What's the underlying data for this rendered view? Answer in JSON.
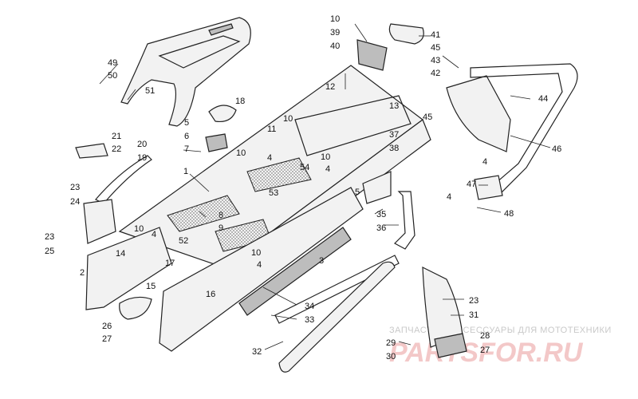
{
  "callouts": [
    {
      "id": "c1",
      "text": "1"
    },
    {
      "id": "c2",
      "text": "2"
    },
    {
      "id": "c3",
      "text": "3"
    },
    {
      "id": "c4a",
      "text": "4"
    },
    {
      "id": "c4b",
      "text": "4"
    },
    {
      "id": "c4c",
      "text": "4"
    },
    {
      "id": "c4d",
      "text": "4"
    },
    {
      "id": "c4e",
      "text": "4"
    },
    {
      "id": "c4f",
      "text": "4"
    },
    {
      "id": "c5a",
      "text": "5"
    },
    {
      "id": "c5b",
      "text": "5"
    },
    {
      "id": "c6",
      "text": "6"
    },
    {
      "id": "c7",
      "text": "7"
    },
    {
      "id": "c8",
      "text": "8"
    },
    {
      "id": "c9",
      "text": "9"
    },
    {
      "id": "c10a",
      "text": "10"
    },
    {
      "id": "c10b",
      "text": "10"
    },
    {
      "id": "c10c",
      "text": "10"
    },
    {
      "id": "c10d",
      "text": "10"
    },
    {
      "id": "c10e",
      "text": "10"
    },
    {
      "id": "c10f",
      "text": "10"
    },
    {
      "id": "c11",
      "text": "11"
    },
    {
      "id": "c12",
      "text": "12"
    },
    {
      "id": "c13",
      "text": "13"
    },
    {
      "id": "c14",
      "text": "14"
    },
    {
      "id": "c15",
      "text": "15"
    },
    {
      "id": "c16",
      "text": "16"
    },
    {
      "id": "c17",
      "text": "17"
    },
    {
      "id": "c18",
      "text": "18"
    },
    {
      "id": "c19",
      "text": "19"
    },
    {
      "id": "c20",
      "text": "20"
    },
    {
      "id": "c21",
      "text": "21"
    },
    {
      "id": "c22",
      "text": "22"
    },
    {
      "id": "c23a",
      "text": "23"
    },
    {
      "id": "c23b",
      "text": "23"
    },
    {
      "id": "c23c",
      "text": "23"
    },
    {
      "id": "c24",
      "text": "24"
    },
    {
      "id": "c25",
      "text": "25"
    },
    {
      "id": "c26",
      "text": "26"
    },
    {
      "id": "c27a",
      "text": "27"
    },
    {
      "id": "c27b",
      "text": "27"
    },
    {
      "id": "c28",
      "text": "28"
    },
    {
      "id": "c29",
      "text": "29"
    },
    {
      "id": "c30",
      "text": "30"
    },
    {
      "id": "c31",
      "text": "31"
    },
    {
      "id": "c32",
      "text": "32"
    },
    {
      "id": "c33",
      "text": "33"
    },
    {
      "id": "c34",
      "text": "34"
    },
    {
      "id": "c35",
      "text": "35"
    },
    {
      "id": "c36",
      "text": "36"
    },
    {
      "id": "c37",
      "text": "37"
    },
    {
      "id": "c38",
      "text": "38"
    },
    {
      "id": "c39",
      "text": "39"
    },
    {
      "id": "c40",
      "text": "40"
    },
    {
      "id": "c41",
      "text": "41"
    },
    {
      "id": "c42",
      "text": "42"
    },
    {
      "id": "c43",
      "text": "43"
    },
    {
      "id": "c44",
      "text": "44"
    },
    {
      "id": "c45a",
      "text": "45"
    },
    {
      "id": "c45b",
      "text": "45"
    },
    {
      "id": "c46",
      "text": "46"
    },
    {
      "id": "c47",
      "text": "47"
    },
    {
      "id": "c48",
      "text": "48"
    },
    {
      "id": "c49",
      "text": "49"
    },
    {
      "id": "c50",
      "text": "50"
    },
    {
      "id": "c51",
      "text": "51"
    },
    {
      "id": "c52",
      "text": "52"
    },
    {
      "id": "c53",
      "text": "53"
    },
    {
      "id": "c54",
      "text": "54"
    }
  ],
  "watermark": {
    "caption": "ЗАПЧАСТИ И АКСЕССУАРЫ ДЛЯ МОТОТЕХНИКИ",
    "logo": "PARTSFOR.RU"
  },
  "colors": {
    "line": "#222222",
    "part_fill": "#f2f2f2",
    "watermark_logo": "#f3c8c8",
    "watermark_caption": "#c9c9c9"
  }
}
